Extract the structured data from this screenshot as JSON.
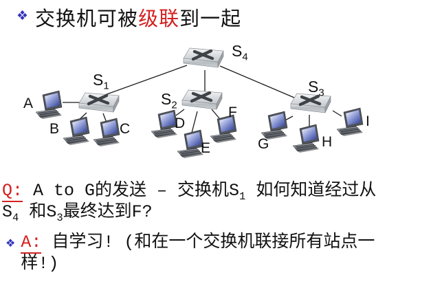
{
  "title": {
    "bullet_icon": "❖",
    "segments": [
      {
        "text": "交换机可被"
      },
      {
        "text": "级联",
        "red": true
      },
      {
        "text": "到一起"
      }
    ]
  },
  "diagram": {
    "switches": [
      {
        "name": "S4",
        "label": "S",
        "sub": "4"
      },
      {
        "name": "S1",
        "label": "S",
        "sub": "1"
      },
      {
        "name": "S2",
        "label": "S",
        "sub": "2"
      },
      {
        "name": "S3",
        "label": "S",
        "sub": "3"
      }
    ],
    "hosts": [
      {
        "label": "A"
      },
      {
        "label": "B"
      },
      {
        "label": "C"
      },
      {
        "label": "D"
      },
      {
        "label": "E"
      },
      {
        "label": "F"
      },
      {
        "label": "G"
      },
      {
        "label": "H"
      },
      {
        "label": "I"
      }
    ]
  },
  "question": {
    "segments": [
      {
        "text": "Q:",
        "red": true,
        "underline": true
      },
      {
        "text": " A to G的发送 – 交换机S"
      },
      {
        "text": "1",
        "sub": true
      },
      {
        "text": " 如何知道经过从"
      },
      {
        "br": true
      },
      {
        "text": "S"
      },
      {
        "text": "4",
        "sub": true
      },
      {
        "text": " 和S"
      },
      {
        "text": "3",
        "sub": true
      },
      {
        "text": "最终达到F?"
      }
    ]
  },
  "answer": {
    "bullet_icon": "❖",
    "segments": [
      {
        "text": "A:",
        "red": true,
        "underline": true
      },
      {
        "text": " 自学习! (和在一个交换机联接所有站点一",
        "": ""
      },
      {
        "br": true
      },
      {
        "text": "样!)"
      }
    ]
  },
  "colors": {
    "red": "#d42020",
    "bullet_blue": "#3434bb",
    "line": "#1a1a1a",
    "screen_blue": "#2e3f96",
    "switch_gray": "#c9ced3"
  }
}
